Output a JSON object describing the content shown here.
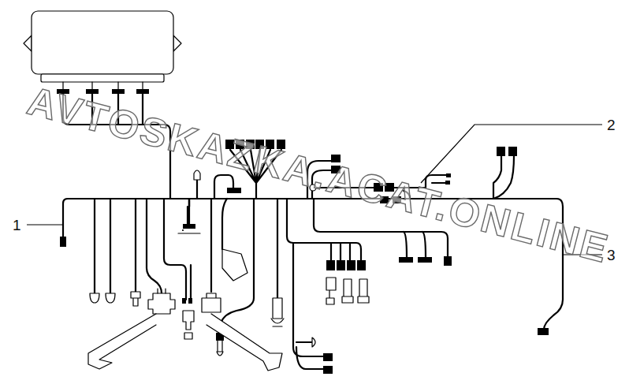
{
  "diagram": {
    "labels": [
      "1",
      "2",
      "3",
      "AVTOSKAZKA.ACAT.ONLINE"
    ]
  }
}
